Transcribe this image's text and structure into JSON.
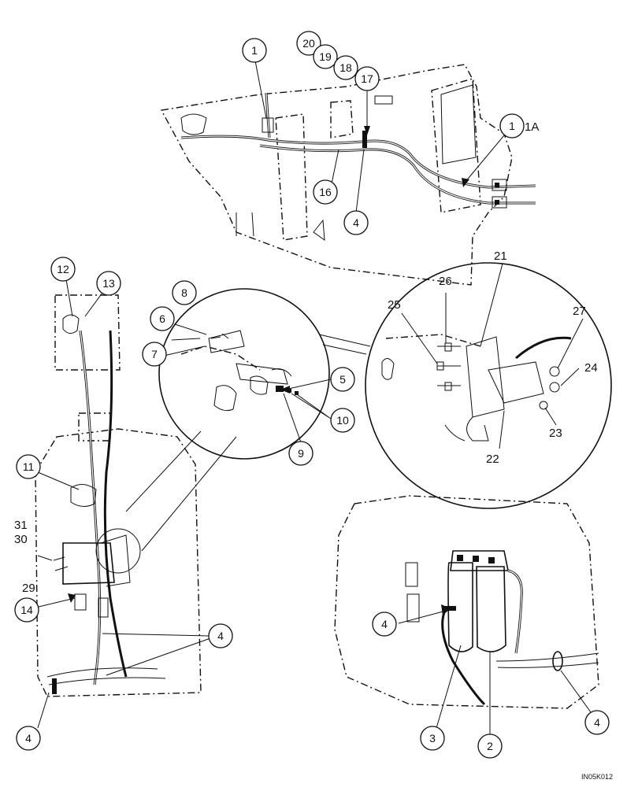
{
  "figure_id": "IN05K012",
  "callouts": {
    "top_1a": "1",
    "top_1b": "1",
    "top_1A_suffix": "1A",
    "top_20": "20",
    "top_19": "19",
    "top_18": "18",
    "top_17": "17",
    "top_16": "16",
    "top_4": "4",
    "left_12": "12",
    "left_13": "13",
    "left_11": "11",
    "left_31": "31",
    "left_30": "30",
    "left_29": "29",
    "left_14": "14",
    "left_4a": "4",
    "left_4b": "4",
    "mid_8": "8",
    "mid_6": "6",
    "mid_7": "7",
    "mid_5": "5",
    "mid_10": "10",
    "mid_9": "9",
    "right_21": "21",
    "right_26": "26",
    "right_25": "25",
    "right_27": "27",
    "right_24": "24",
    "right_23": "23",
    "right_22": "22",
    "bottom_4a": "4",
    "bottom_4b": "4",
    "bottom_3": "3",
    "bottom_2": "2"
  }
}
